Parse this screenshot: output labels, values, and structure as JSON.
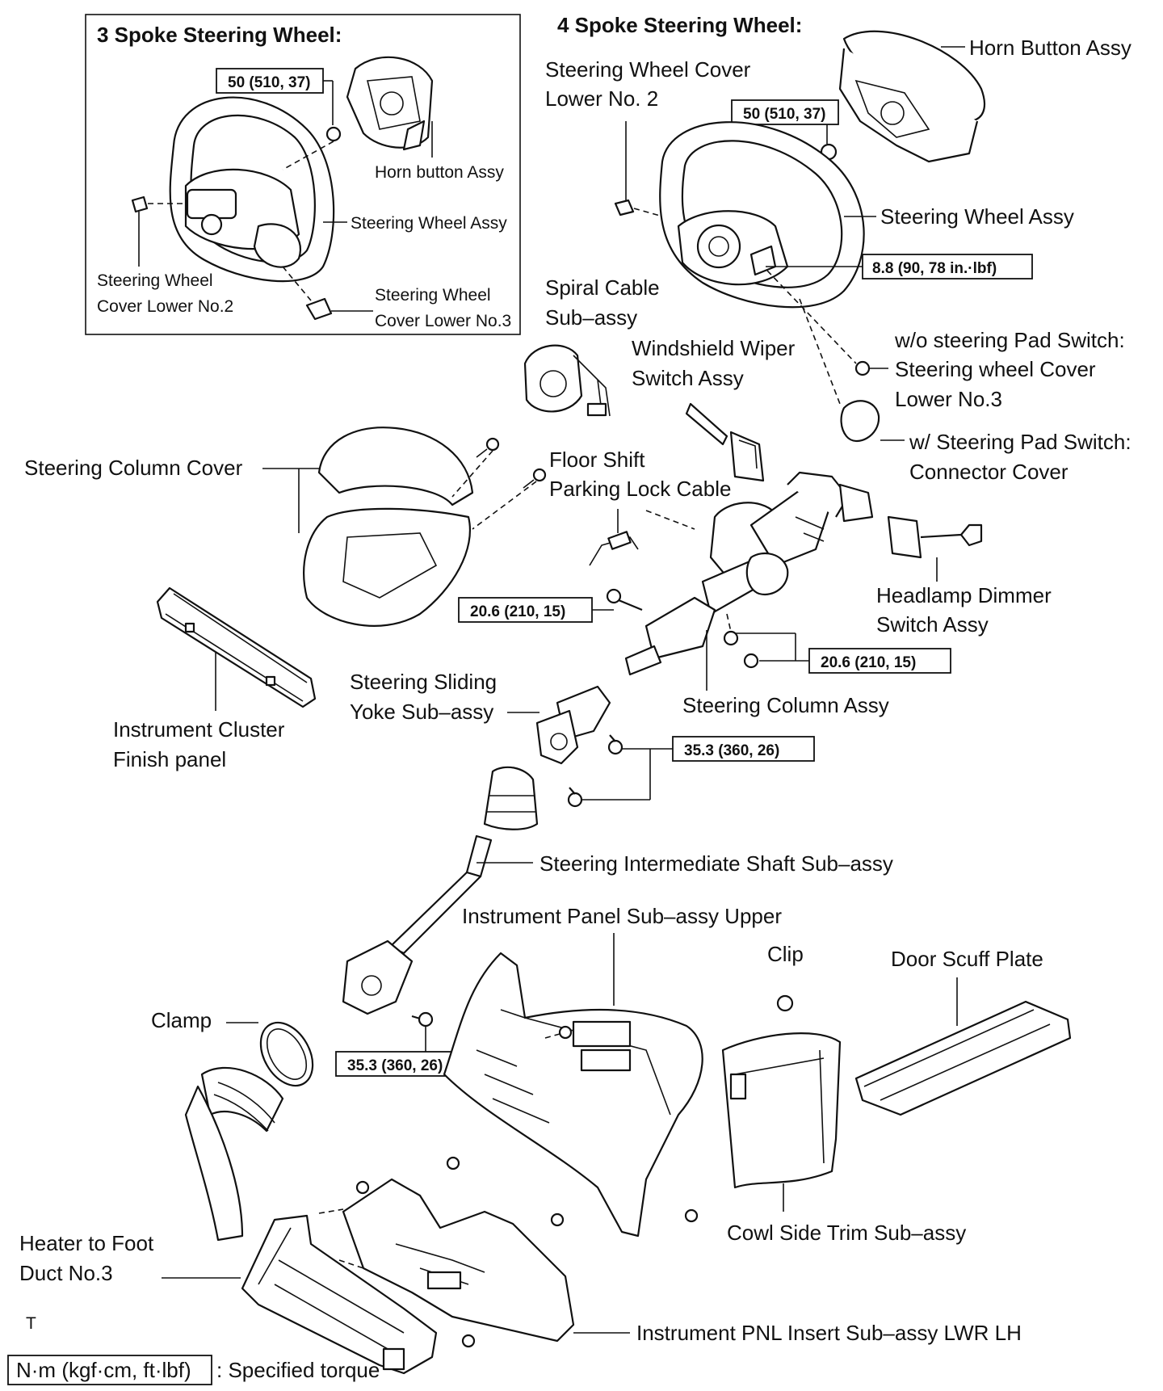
{
  "headings": {
    "three_spoke": "3 Spoke Steering Wheel:",
    "four_spoke": "4 Spoke Steering Wheel:"
  },
  "inset": {
    "horn_button": "Horn button Assy",
    "steering_wheel": "Steering Wheel Assy",
    "cover_no2_l1": "Steering Wheel",
    "cover_no2_l2": "Cover Lower No.2",
    "cover_no3_l1": "Steering Wheel",
    "cover_no3_l2": "Cover Lower No.3",
    "torque_nut": "50 (510, 37)"
  },
  "labels": {
    "horn_button": "Horn Button Assy",
    "cover_lower_no2_l1": "Steering Wheel Cover",
    "cover_lower_no2_l2": "Lower No. 2",
    "steering_wheel": "Steering Wheel Assy",
    "spiral_l1": "Spiral Cable",
    "spiral_l2": "Sub–assy",
    "wiper_l1": "Windshield Wiper",
    "wiper_l2": "Switch Assy",
    "wo_pad_l1": "w/o steering Pad Switch:",
    "wo_pad_l2": "Steering wheel Cover",
    "wo_pad_l3": "Lower No.3",
    "w_pad_l1": "w/ Steering Pad Switch:",
    "w_pad_l2": "Connector Cover",
    "column_cover": "Steering Column Cover",
    "floor_shift_l1": "Floor Shift",
    "floor_shift_l2": "Parking Lock Cable",
    "headlamp_l1": "Headlamp Dimmer",
    "headlamp_l2": "Switch Assy",
    "cluster_l1": "Instrument Cluster",
    "cluster_l2": "Finish panel",
    "sliding_yoke_l1": "Steering Sliding",
    "sliding_yoke_l2": "Yoke Sub–assy",
    "column_assy": "Steering Column Assy",
    "intermediate_shaft": "Steering Intermediate Shaft Sub–assy",
    "panel_upper": "Instrument Panel Sub–assy Upper",
    "clip": "Clip",
    "door_scuff": "Door Scuff Plate",
    "clamp": "Clamp",
    "cowl_trim": "Cowl Side Trim Sub–assy",
    "heater_duct_l1": "Heater to Foot",
    "heater_duct_l2": "Duct No.3",
    "insert_lwr": "Instrument PNL Insert Sub–assy LWR LH",
    "t_mark": "T"
  },
  "torques": {
    "horn_nut": "50 (510, 37)",
    "wheel_screw": "8.8 (90, 78 in.·lbf)",
    "column_bolt_left": "20.6 (210, 15)",
    "column_bolt_right": "20.6 (210, 15)",
    "yoke_bolt": "35.3 (360, 26)",
    "shaft_bolt": "35.3 (360, 26)"
  },
  "legend": {
    "unit": "N·m (kgf·cm, ft·lbf)",
    "meaning": ": Specified torque"
  }
}
